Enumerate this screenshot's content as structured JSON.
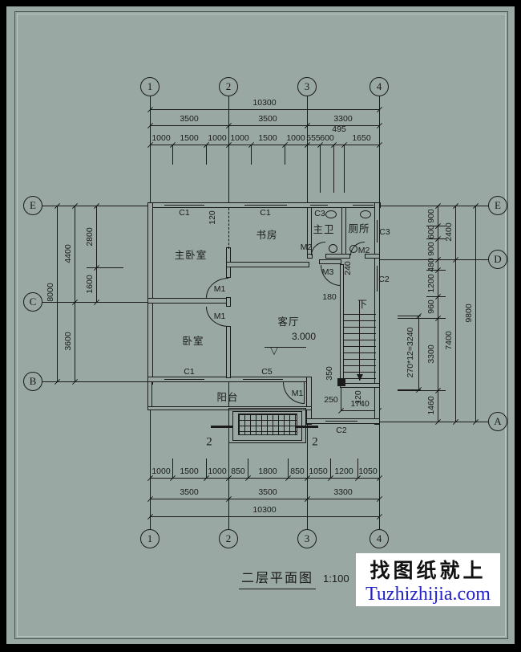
{
  "sheet": {
    "bg": "#99a8a3",
    "line_color": "#1a1a1a",
    "border_color": "#000000"
  },
  "title_block": {
    "title": "二层平面图",
    "scale": "1:100"
  },
  "watermark": {
    "line1": "找图纸就上",
    "line2": "Tuzhizhijia.com",
    "line2_color": "#2121c8"
  },
  "axes": {
    "top": [
      "1",
      "2",
      "3",
      "4"
    ],
    "bottom": [
      "1",
      "2",
      "3",
      "4"
    ],
    "left": [
      "E",
      "C",
      "B"
    ],
    "right": [
      "E",
      "D",
      "A"
    ]
  },
  "dims": {
    "top_total": "10300",
    "top_bays": [
      "3500",
      "3500",
      "3300"
    ],
    "top_detail": [
      "1000",
      "1500",
      "1000",
      "1000",
      "1500",
      "1000",
      "555",
      "600",
      "1650"
    ],
    "top_detail_raised": "495",
    "bottom_total": "10300",
    "bottom_bays": [
      "3500",
      "3500",
      "3300"
    ],
    "bottom_detail": [
      "1000",
      "1500",
      "1000",
      "850",
      "1800",
      "850",
      "1050",
      "1200",
      "1050"
    ],
    "left_outer": "8000",
    "left_bays": [
      "4400",
      "3600"
    ],
    "left_detail": [
      "2800",
      "1600"
    ],
    "right_outer": "9800",
    "right_bays": [
      "2400",
      "7400"
    ],
    "right_detail": [
      "900",
      "600",
      "900",
      "480",
      "1200",
      "960",
      "3300",
      "1460"
    ],
    "stair_note": "270*12=3240"
  },
  "rooms": {
    "master_bedroom": "主卧室",
    "study": "书房",
    "master_bath": "主卫",
    "toilet": "厕所",
    "living_room": "客厅",
    "bedroom": "卧室",
    "balcony": "阳台"
  },
  "tags": {
    "window_c1": "C1",
    "window_c2": "C2",
    "window_c3": "C3",
    "window_c5": "C5",
    "door_m1": "M1",
    "door_m2": "M2",
    "door_m3": "M3"
  },
  "annotations": {
    "dim_120_top": "120",
    "dim_240": "240",
    "dim_180": "180",
    "stair_down": "下",
    "dim_350": "350",
    "dim_250": "250",
    "dim_120_bottom": "120",
    "dim_1740": "1740",
    "level": "3.000",
    "section_mark": "2"
  },
  "icons": {
    "level_symbol": "▽"
  }
}
